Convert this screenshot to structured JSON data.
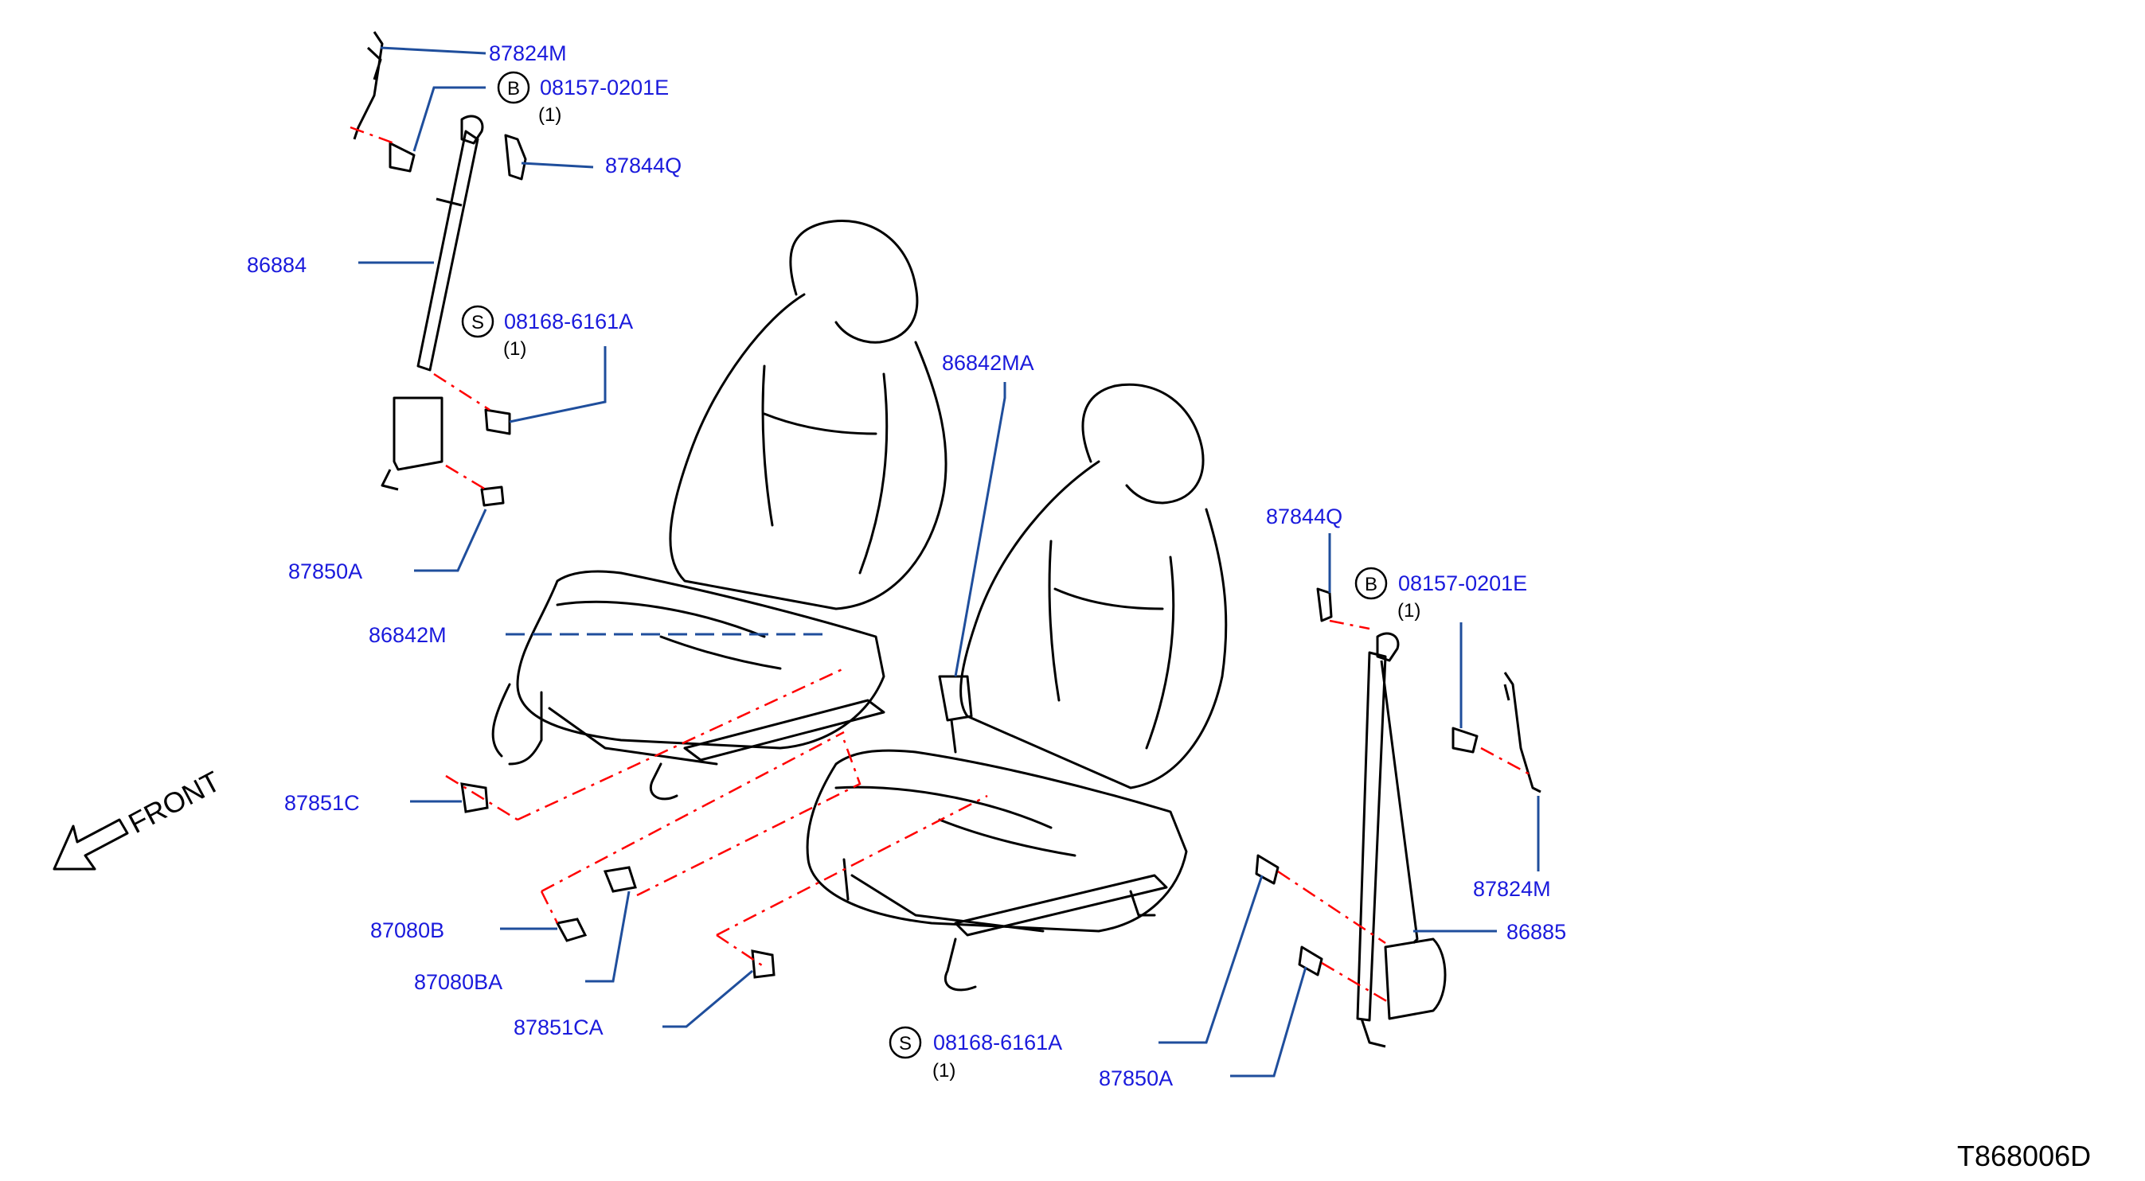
{
  "colors": {
    "label": "#1a1adc",
    "leader": "#1f4e9c",
    "line": "#000000",
    "dash": "#ff0000"
  },
  "parts": {
    "p87824M_top": "87824M",
    "b08157_top": "08157-0201E",
    "qty_b_top": "(1)",
    "p87844Q_top": "87844Q",
    "p86884": "86884",
    "s08168_top": "08168-6161A",
    "qty_s_top": "(1)",
    "p86842MA": "86842MA",
    "p87850A_left": "87850A",
    "p86842M": "86842M",
    "p87844Q_right": "87844Q",
    "b08157_right": "08157-0201E",
    "qty_b_right": "(1)",
    "p87851C": "87851C",
    "p87080B": "87080B",
    "p87080BA": "87080BA",
    "p87851CA": "87851CA",
    "s08168_bottom": "08168-6161A",
    "qty_s_bottom": "(1)",
    "p87850A_right": "87850A",
    "p87824M_right": "87824M",
    "p86885": "86885"
  },
  "circle_letters": {
    "bolt": "B",
    "screw": "S"
  },
  "direction": {
    "label": "FRONT",
    "icon": "front-arrow-icon"
  },
  "diagram_ref": "T868006D"
}
